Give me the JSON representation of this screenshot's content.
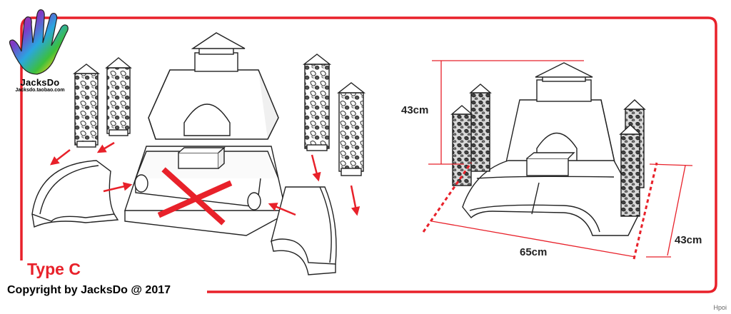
{
  "brand": {
    "name": "JacksDo",
    "url": "Jacksdo.taobao.com"
  },
  "type_label": "Type C",
  "copyright": "Copyright by JacksDo @ 2017",
  "dimensions": {
    "height": "43cm",
    "width": "65cm",
    "depth": "43cm"
  },
  "corner_mark": "Hpoi",
  "colors": {
    "frame": "#e8212a",
    "accent": "#e8212a",
    "ink": "#222222"
  }
}
